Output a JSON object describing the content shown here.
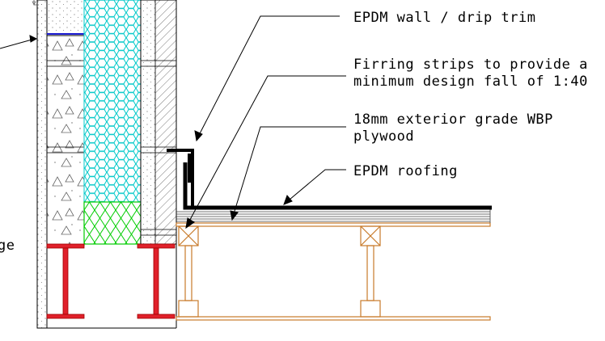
{
  "annotations": {
    "epdm_trim": "EPDM wall / drip trim",
    "firring_line1": "Firring strips to provide a",
    "firring_line2": "minimum design fall of 1:40",
    "plywood_line1": "18mm exterior grade WBP",
    "plywood_line2": "plywood",
    "epdm_roofing": "EPDM roofing",
    "left_partial": "ge"
  },
  "colors": {
    "insulation_cyan": "#00c8c8",
    "insulation_green": "#00cc00",
    "steel_red": "#e0202a",
    "timber_orange": "#c87a2a",
    "membrane_blue": "#1a1ad0",
    "line_black": "#000000"
  }
}
